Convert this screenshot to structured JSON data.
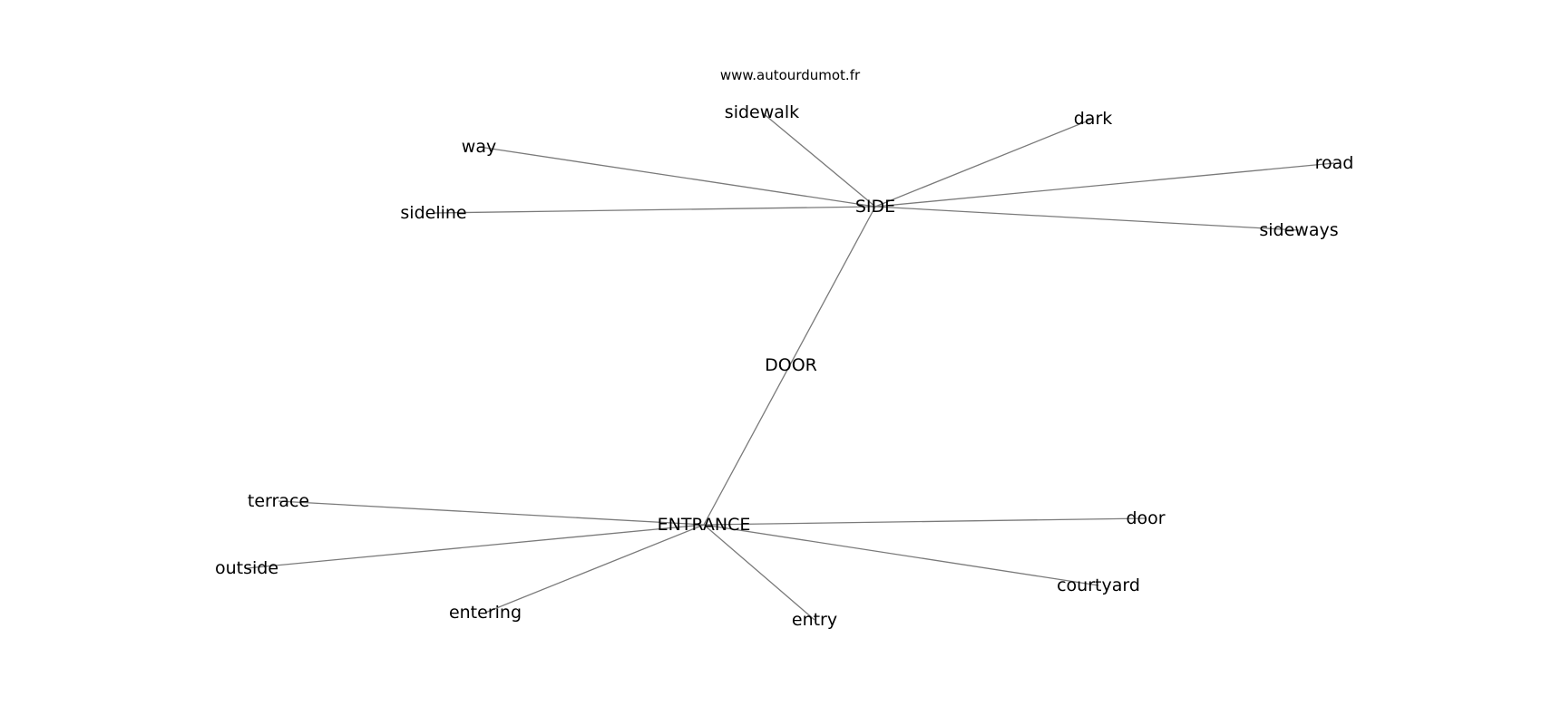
{
  "watermark": "www.autourdumot.fr",
  "nodes": [
    {
      "id": "side",
      "label": "SIDE"
    },
    {
      "id": "door_hub",
      "label": "DOOR"
    },
    {
      "id": "entrance",
      "label": "ENTRANCE"
    },
    {
      "id": "sidewalk",
      "label": "sidewalk"
    },
    {
      "id": "dark",
      "label": "dark"
    },
    {
      "id": "way",
      "label": "way"
    },
    {
      "id": "road",
      "label": "road"
    },
    {
      "id": "sideline",
      "label": "sideline"
    },
    {
      "id": "sideways",
      "label": "sideways"
    },
    {
      "id": "terrace",
      "label": "terrace"
    },
    {
      "id": "door",
      "label": "door"
    },
    {
      "id": "outside",
      "label": "outside"
    },
    {
      "id": "courtyard",
      "label": "courtyard"
    },
    {
      "id": "entering",
      "label": "entering"
    },
    {
      "id": "entry",
      "label": "entry"
    }
  ],
  "edges": [
    [
      "side",
      "sidewalk"
    ],
    [
      "side",
      "dark"
    ],
    [
      "side",
      "way"
    ],
    [
      "side",
      "road"
    ],
    [
      "side",
      "sideline"
    ],
    [
      "side",
      "sideways"
    ],
    [
      "side",
      "entrance"
    ],
    [
      "entrance",
      "terrace"
    ],
    [
      "entrance",
      "door"
    ],
    [
      "entrance",
      "outside"
    ],
    [
      "entrance",
      "courtyard"
    ],
    [
      "entrance",
      "entering"
    ],
    [
      "entrance",
      "entry"
    ]
  ]
}
